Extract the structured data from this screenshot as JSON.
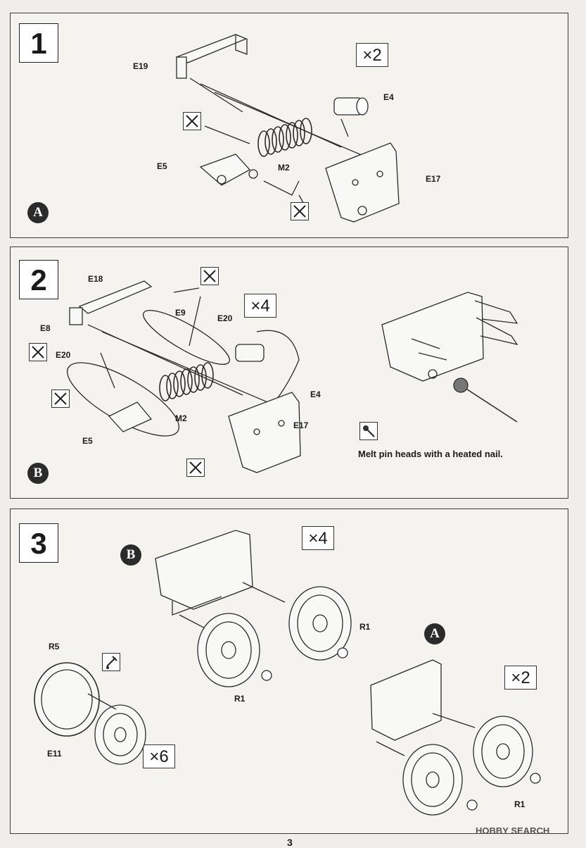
{
  "steps": [
    {
      "number": "1",
      "multiplier": "×2",
      "subassembly": "A",
      "labels": [
        "E19",
        "E4",
        "E5",
        "M2",
        "E17"
      ]
    },
    {
      "number": "2",
      "multiplier": "×4",
      "subassembly": "B",
      "labels": [
        "E18",
        "E9",
        "E20",
        "E8",
        "E20",
        "E5",
        "M2",
        "E4",
        "E17"
      ],
      "note": "Melt pin heads with a heated nail."
    },
    {
      "number": "3",
      "multiplier_top": "×4",
      "multiplier_right": "×2",
      "multiplier_tyre": "×6",
      "sub_b": "B",
      "sub_a": "A",
      "labels": [
        "R1",
        "R1",
        "R1",
        "R5",
        "E11"
      ]
    }
  ],
  "page_number": "3",
  "watermark": "HOBBY SEARCH",
  "icons": [
    "cut-icon",
    "heated-nail-icon",
    "glue-icon"
  ]
}
